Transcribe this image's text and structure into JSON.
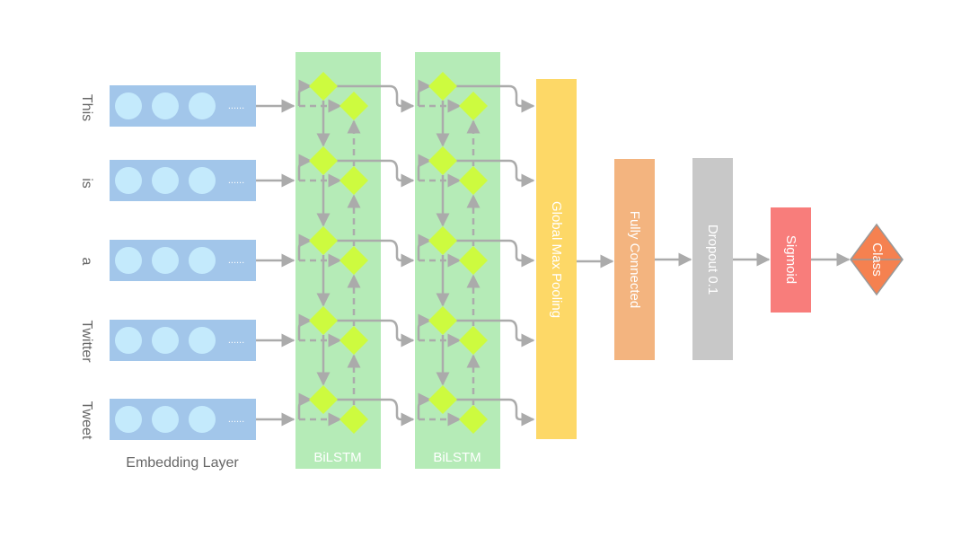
{
  "tokens": [
    "This",
    "is",
    "a",
    "Twitter",
    "Tweet"
  ],
  "embedding": {
    "label": "Embedding Layer",
    "ellipsis": "......"
  },
  "bilstm_layers": [
    {
      "label": "BiLSTM"
    },
    {
      "label": "BiLSTM"
    }
  ],
  "blocks": {
    "pooling": "Global Max Pooling",
    "fully_connected": "Fully Connected",
    "dropout": "Dropout 0.1",
    "sigmoid": "Sigmoid",
    "output": "Class"
  },
  "colors": {
    "embedding_box": "#a2c6ea",
    "embedding_circle": "#c4eafc",
    "bilstm_panel": "#b5ebb7",
    "lstm_cell": "#cdfb3f",
    "pooling": "#fdd867",
    "fully_connected": "#f3b47f",
    "dropout": "#c8c8c8",
    "sigmoid": "#f87d7b",
    "output": "#f58150",
    "arrow": "#ababab",
    "text_dark": "#666666",
    "text_light": "#ffffff"
  }
}
